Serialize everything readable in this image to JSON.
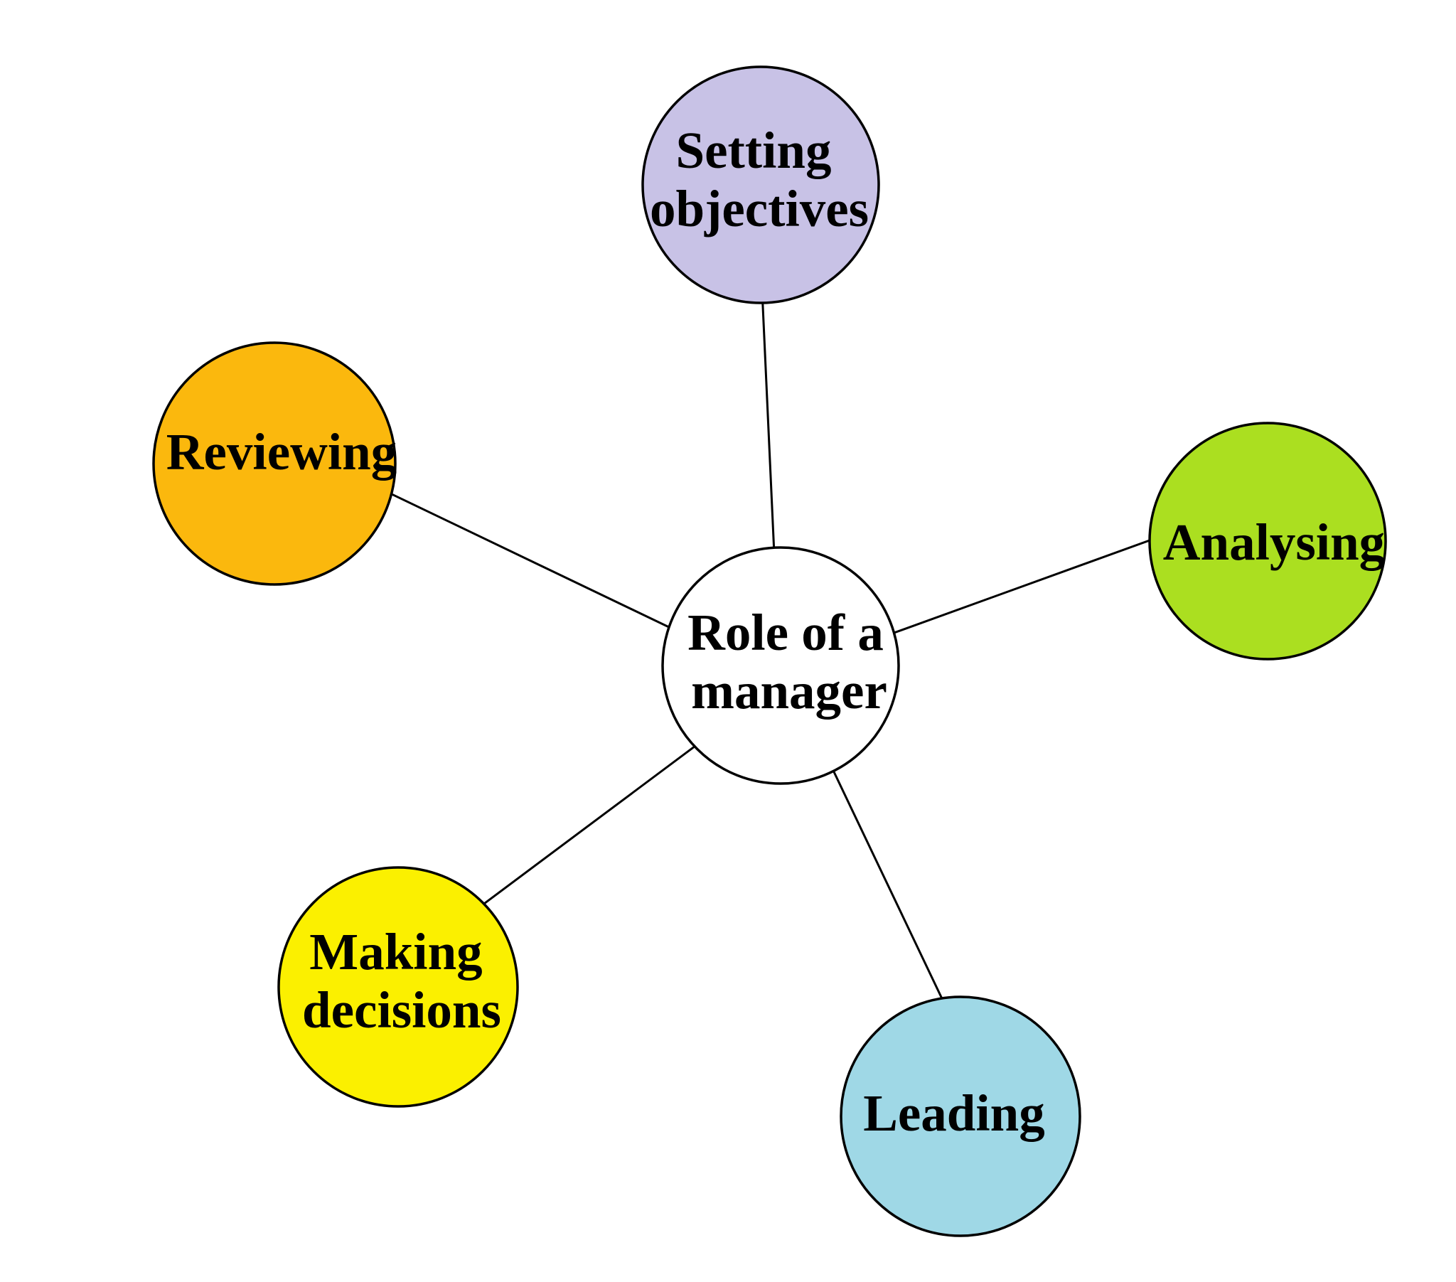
{
  "diagram": {
    "background": "#ffffff",
    "connector_color": "#000000",
    "text_color": "#000000",
    "center_node": {
      "name": "role-of-a-manager",
      "lines": [
        "Role of a",
        "manager"
      ],
      "fill": "#ffffff"
    },
    "nodes": [
      {
        "name": "setting-objectives",
        "lines": [
          "Setting",
          "objectives"
        ],
        "fill": "#c8c2e6"
      },
      {
        "name": "reviewing",
        "lines": [
          "Reviewing"
        ],
        "fill": "#fbb80d"
      },
      {
        "name": "analysing",
        "lines": [
          "Analysing"
        ],
        "fill": "#abdf20"
      },
      {
        "name": "making-decisions",
        "lines": [
          "Making",
          "decisions"
        ],
        "fill": "#fbf000"
      },
      {
        "name": "leading",
        "lines": [
          "Leading"
        ],
        "fill": "#9fd8e6"
      }
    ]
  }
}
